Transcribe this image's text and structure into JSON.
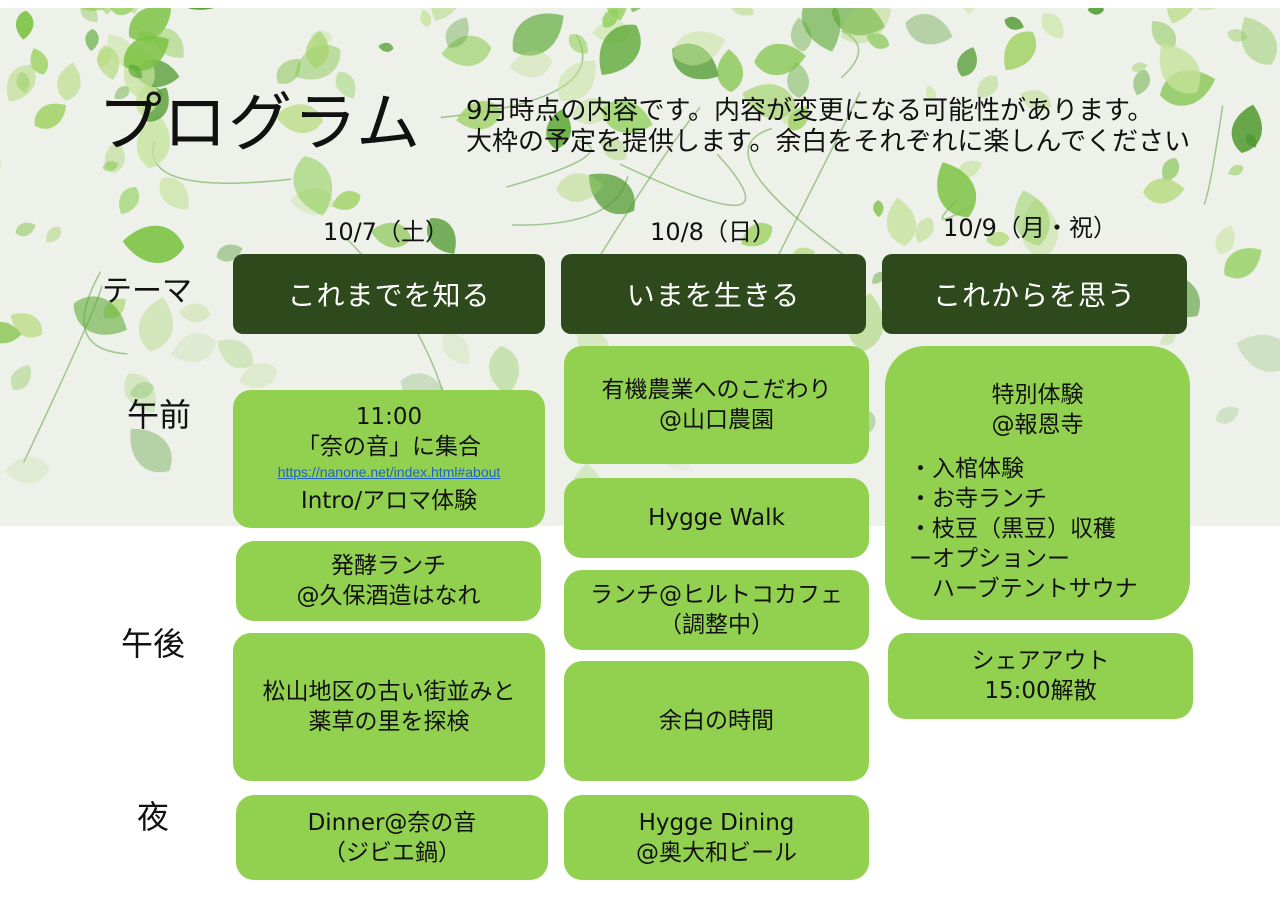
{
  "header": {
    "title": "プログラム",
    "note_lines": [
      "9月時点の内容です。内容が変更になる可能性があります。",
      "大枠の予定を提供します。余白をそれぞれに楽しんでください"
    ]
  },
  "days": [
    {
      "date": "10/7（土）",
      "theme": "これまでを知る"
    },
    {
      "date": "10/8（日）",
      "theme": "いまを生きる"
    },
    {
      "date": "10/9（月・祝）",
      "theme": "これからを思う"
    }
  ],
  "row_labels": {
    "theme": "テーマ",
    "morning": "午前",
    "afternoon": "午後",
    "night": "夜"
  },
  "day1": {
    "meet": {
      "time": "11:00",
      "text": "「奈の音」に集合",
      "link": "https://nanone.net/index.html#about",
      "sub": "Intro/アロマ体験"
    },
    "lunch": [
      "発酵ランチ",
      "@久保酒造はなれ"
    ],
    "explore": [
      "松山地区の古い街並みと",
      "薬草の里を探検"
    ],
    "dinner": [
      "Dinner@奈の音",
      "（ジビエ鍋）"
    ]
  },
  "day2": {
    "farm": [
      "有機農業へのこだわり",
      "@山口農園"
    ],
    "walk": [
      "Hygge Walk"
    ],
    "lunch": [
      "ランチ@ヒルトコカフェ",
      "（調整中）"
    ],
    "free": [
      "余白の時間"
    ],
    "dining": [
      "Hygge Dining",
      "@奥大和ビール"
    ]
  },
  "day3": {
    "special": {
      "title": [
        "特別体験",
        "@報恩寺"
      ],
      "items": [
        "・入棺体験",
        "・お寺ランチ",
        "・枝豆（黒豆）収穫",
        "ーオプションー",
        "　ハーブテントサウナ"
      ]
    },
    "checkout": [
      "シェアアウト",
      "15:00解散"
    ]
  }
}
